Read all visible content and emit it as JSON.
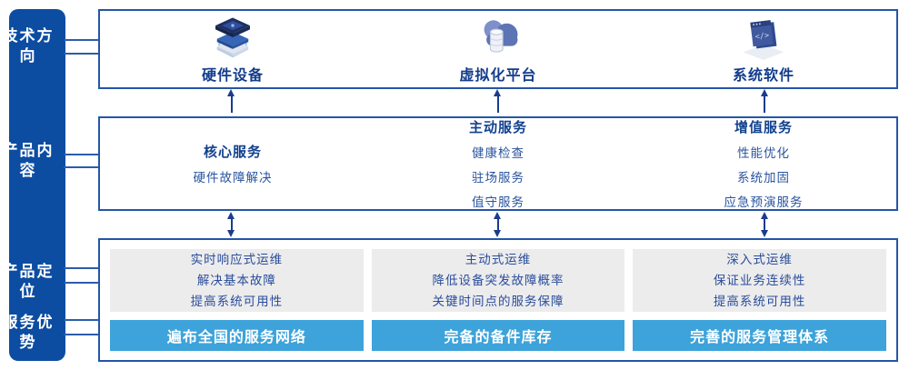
{
  "colors": {
    "sidebar_blue": "#0c4da2",
    "band_border_blue": "#2456a7",
    "connector_blue": "#2b5cab",
    "arrow_navy": "#1b3c8c",
    "heading_navy": "#11418f",
    "body_text_blue": "#2a549e",
    "gray_box_bg": "#ececec",
    "banner_blue": "#3da3da",
    "banner_text": "#ffffff"
  },
  "sidebar": {
    "items": [
      {
        "label": "技术方向"
      },
      {
        "label": "产品内容"
      },
      {
        "label": "产品定位"
      },
      {
        "label": "服务优势"
      }
    ]
  },
  "tech_row": {
    "items": [
      {
        "icon": "server-stack-icon",
        "label": "硬件设备"
      },
      {
        "icon": "cloud-database-icon",
        "label": "虚拟化平台"
      },
      {
        "icon": "code-window-icon",
        "label": "系统软件"
      }
    ]
  },
  "content_row": {
    "columns": [
      {
        "title": "核心服务",
        "items": [
          "硬件故障解决"
        ]
      },
      {
        "title": "主动服务",
        "items": [
          "健康检查",
          "驻场服务",
          "值守服务"
        ]
      },
      {
        "title": "增值服务",
        "items": [
          "性能优化",
          "系统加固",
          "应急预演服务"
        ]
      }
    ]
  },
  "position_row": {
    "columns": [
      {
        "lines": [
          "实时响应式运维",
          "解决基本故障",
          "提高系统可用性"
        ],
        "banner": "遍布全国的服务网络"
      },
      {
        "lines": [
          "主动式运维",
          "降低设备突发故障概率",
          "关键时间点的服务保障"
        ],
        "banner": "完备的备件库存"
      },
      {
        "lines": [
          "深入式运维",
          "保证业务连续性",
          "提高系统可用性"
        ],
        "banner": "完善的服务管理体系"
      }
    ]
  }
}
